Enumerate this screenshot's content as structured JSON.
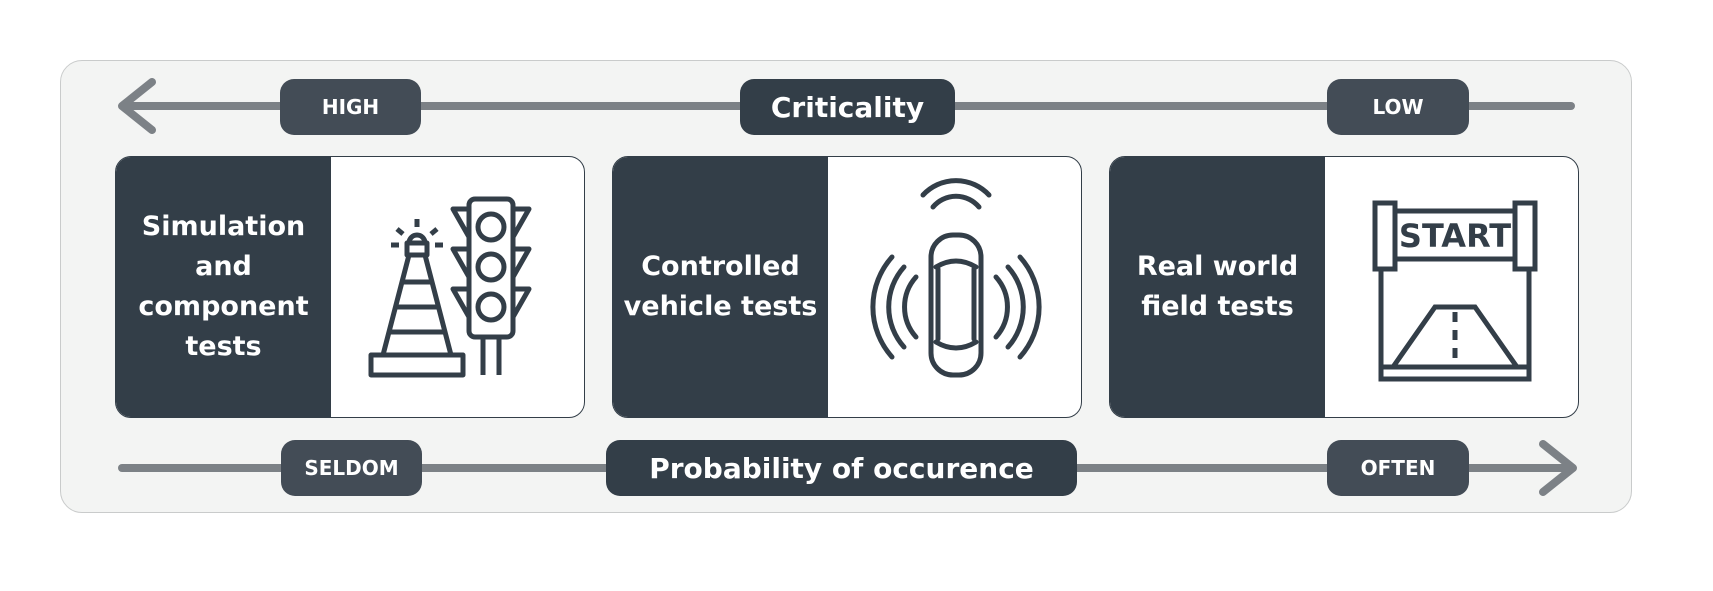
{
  "criticality": {
    "title": "Criticality",
    "left": "HIGH",
    "right": "LOW"
  },
  "probability": {
    "title": "Probability of occurence",
    "left": "SELDOM",
    "right": "OFTEN"
  },
  "cards": [
    {
      "label": "Simulation and component tests",
      "icon": "traffic-cone-light-icon"
    },
    {
      "label": "Controlled vehicle tests",
      "icon": "car-sensor-icon"
    },
    {
      "label": "Real world field tests",
      "icon": "start-banner-icon",
      "sign": "START"
    }
  ],
  "colors": {
    "dark": "#333e48",
    "pill": "#434c56",
    "axis": "#7c8186",
    "panel": "#f3f4f3"
  }
}
